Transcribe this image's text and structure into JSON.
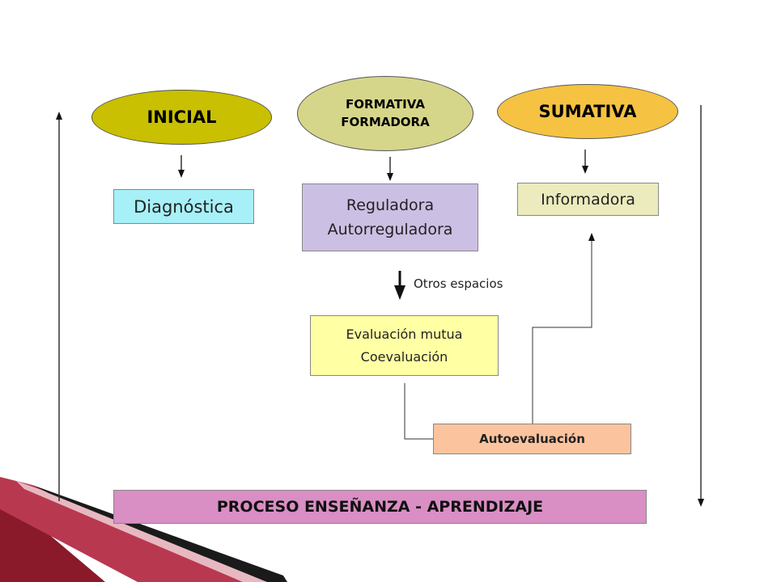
{
  "ellipses": {
    "inicial": "INICIAL",
    "formativa": "FORMATIVA",
    "formadora": "FORMADORA",
    "sumativa": "SUMATIVA"
  },
  "boxes": {
    "diagnostica": "Diagnóstica",
    "reguladora": "Reguladora",
    "autorreguladora": "Autorreguladora",
    "informadora": "Informadora",
    "evaluacion_mutua": "Evaluación mutua",
    "coevaluacion": "Coevaluación",
    "autoevaluacion": "Autoevaluación",
    "proceso": "PROCESO ENSEÑANZA - APRENDIZAJE"
  },
  "labels": {
    "otros_espacios": "Otros espacios"
  },
  "colors": {
    "inicial": "#c8c000",
    "formativa": "#d6d68a",
    "sumativa": "#f5c242",
    "diagnostica": "#a7f0f7",
    "reguladora": "#ccbfe4",
    "informadora": "#ecebbd",
    "evaluacion": "#ffffa3",
    "autoevaluacion": "#fbc49e",
    "proceso": "#d98ec4"
  }
}
